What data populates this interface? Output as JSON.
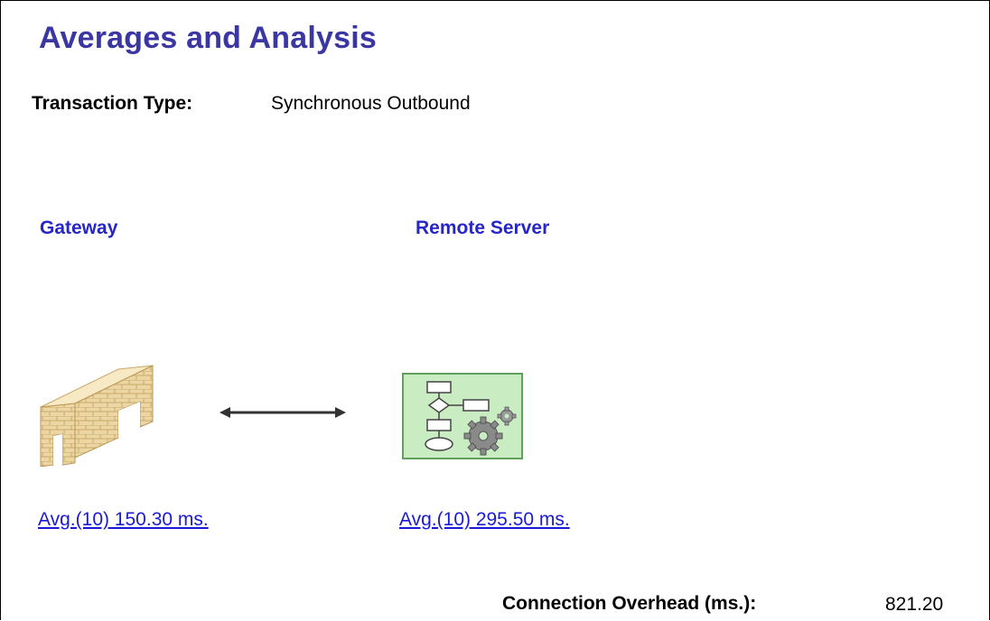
{
  "page": {
    "title": "Averages and Analysis"
  },
  "transaction": {
    "label": "Transaction Type:",
    "value": "Synchronous Outbound"
  },
  "gateway": {
    "heading": "Gateway",
    "icon": "brick-wall-icon",
    "avg_link": "Avg.(10) 150.30 ms."
  },
  "connection": {
    "icon": "double-arrow-icon"
  },
  "remote_server": {
    "heading": "Remote Server",
    "icon": "flowchart-gear-icon",
    "avg_link": "Avg.(10) 295.50 ms."
  },
  "overhead": {
    "label": "Connection Overhead (ms.):",
    "value": "821.20"
  },
  "colors": {
    "title": "#3a36a3",
    "heading": "#2626c9",
    "link": "#1a1ad6"
  }
}
